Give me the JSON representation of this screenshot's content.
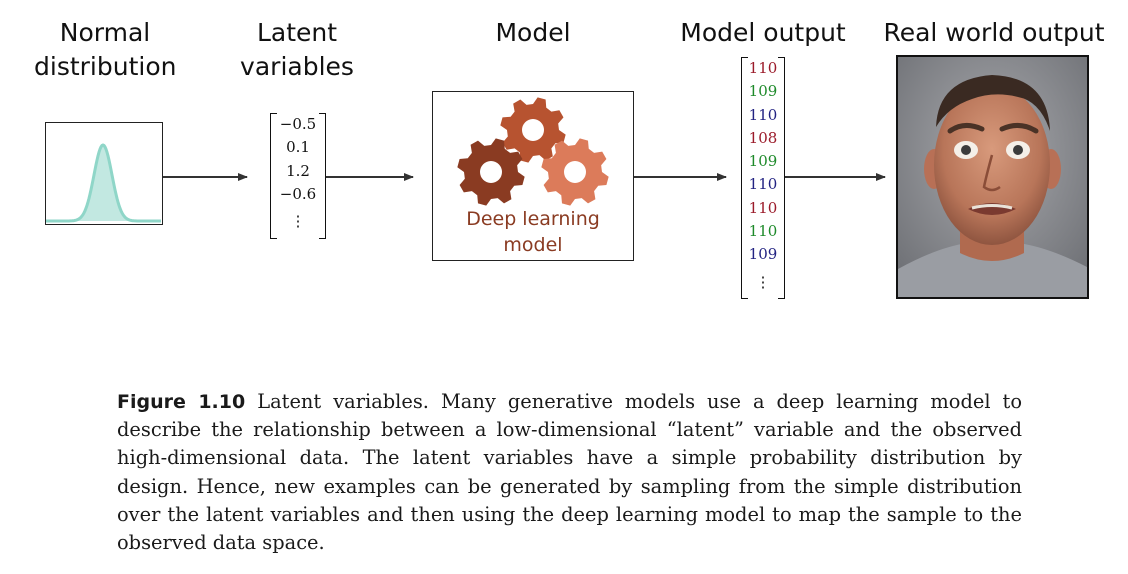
{
  "headings": {
    "normal": [
      "Normal",
      "distribution"
    ],
    "latent": [
      "Latent",
      "variables"
    ],
    "model": "Model",
    "model_output": "Model output",
    "real_world": "Real world output"
  },
  "latent_vector": [
    "−0.5",
    "0.1",
    "1.2",
    "−0.6",
    "⋮"
  ],
  "model_box_label": [
    "Deep learning",
    "model"
  ],
  "model_output_vector": [
    {
      "value": "110",
      "color": "#9b1b2a"
    },
    {
      "value": "109",
      "color": "#1e8a2a"
    },
    {
      "value": "110",
      "color": "#232382"
    },
    {
      "value": "108",
      "color": "#9b1b2a"
    },
    {
      "value": "109",
      "color": "#1e8a2a"
    },
    {
      "value": "110",
      "color": "#232382"
    },
    {
      "value": "110",
      "color": "#9b1b2a"
    },
    {
      "value": "110",
      "color": "#1e8a2a"
    },
    {
      "value": "109",
      "color": "#232382"
    },
    {
      "value": "⋮",
      "color": "#111111"
    }
  ],
  "colors": {
    "gaussian": "#8fd6c8",
    "gear_dark": "#8a3b22",
    "gear_mid": "#b75330",
    "gear_light": "#dc7b5a",
    "arrow": "#333333"
  },
  "caption": {
    "label": "Figure 1.10",
    "text": " Latent variables. Many generative models use a deep learning model to describe the relationship between a low-dimensional “latent” variable and the observed high-dimensional data. The latent variables have a simple probability distribution by design. Hence, new examples can be generated by sampling from the simple distribution over the latent variables and then using the deep learning model to map the sample to the observed data space."
  }
}
